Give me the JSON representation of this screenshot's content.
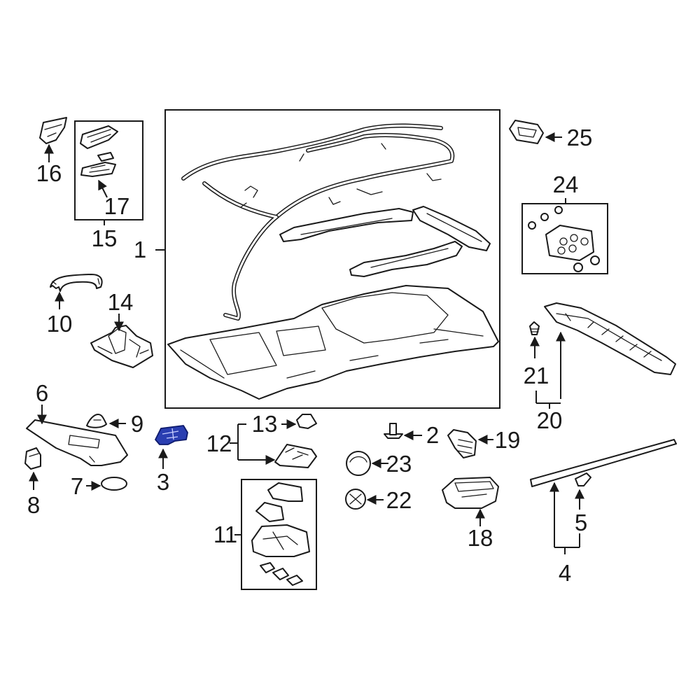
{
  "callouts": {
    "c1": "1",
    "c2": "2",
    "c3": "3",
    "c4": "4",
    "c5": "5",
    "c6": "6",
    "c7": "7",
    "c8": "8",
    "c9": "9",
    "c10": "10",
    "c11": "11",
    "c12": "12",
    "c13": "13",
    "c14": "14",
    "c15": "15",
    "c16": "16",
    "c17": "17",
    "c18": "18",
    "c19": "19",
    "c20": "20",
    "c21": "21",
    "c22": "22",
    "c23": "23",
    "c24": "24",
    "c25": "25"
  },
  "colors": {
    "line": "#1a1a1a",
    "highlight": "#2a3eb1",
    "background": "#ffffff"
  }
}
